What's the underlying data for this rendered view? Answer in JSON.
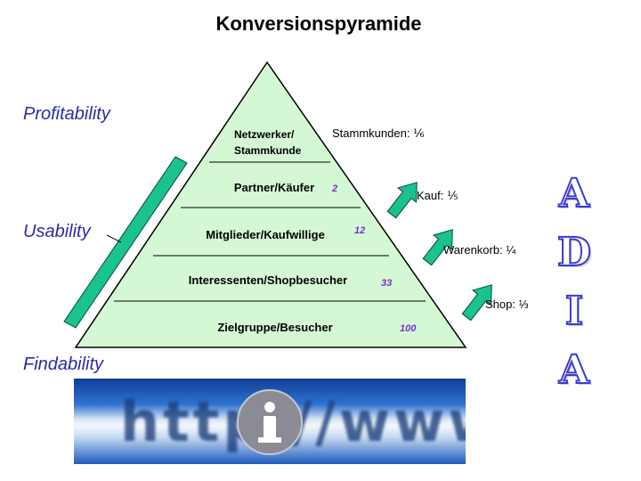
{
  "title": "Konversionspyramide",
  "side_labels": {
    "top": "Profitability",
    "middle": "Usability",
    "bottom": "Findability"
  },
  "levels": {
    "top_line1": "Netzwerker/",
    "top_line2": "Stammkunde",
    "l2": "Partner/Käufer",
    "l3": "Mitglieder/Kaufwillige",
    "l4": "Interessenten/Shopbesucher",
    "l5": "Zielgruppe/Besucher"
  },
  "numbers": {
    "l2": "2",
    "l3": "12",
    "l4": "33",
    "l5": "100"
  },
  "ratios": {
    "stamm": "Stammkunden: ⅙",
    "kauf": "Kauf: ⅕",
    "warenkorb": "Warenkorb: ¼",
    "shop": "Shop: ⅓"
  },
  "adia": [
    "A",
    "D",
    "I",
    "A"
  ],
  "banner_text": "http://www",
  "colors": {
    "pyramid_fill": "#d4f8d4",
    "arrow_fill": "#19c28f",
    "side_label": "#2b2ba8",
    "number": "#7a2fd6",
    "adia_outline": "#3b3bd0"
  }
}
